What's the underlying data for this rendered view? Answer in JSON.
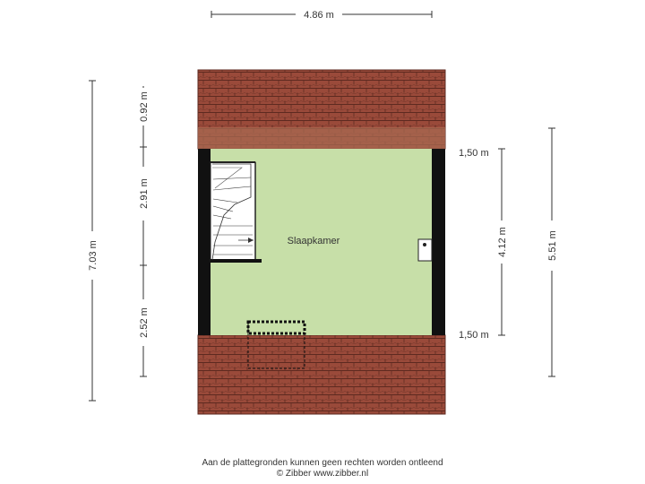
{
  "dimensions": {
    "top_width": "4.86 m",
    "left_total": "7.03 m",
    "left_top": "0.92 m",
    "left_middle": "2.91 m",
    "left_bottom": "2.52 m",
    "right_inner": "4.12 m",
    "right_total": "5.51 m",
    "height_upper": "1,50 m",
    "height_lower": "1,50 m"
  },
  "room": {
    "name": "Slaapkamer"
  },
  "footer": {
    "line1": "Aan de plattegronden kunnen geen rechten worden ontleend",
    "line2": "© Zibber www.zibber.nl"
  },
  "colors": {
    "roof": "#9a4a3a",
    "roof_lines": "#5e2a20",
    "floor": "#c7dfa8",
    "wall": "#111111",
    "dimension_line": "#333333"
  }
}
